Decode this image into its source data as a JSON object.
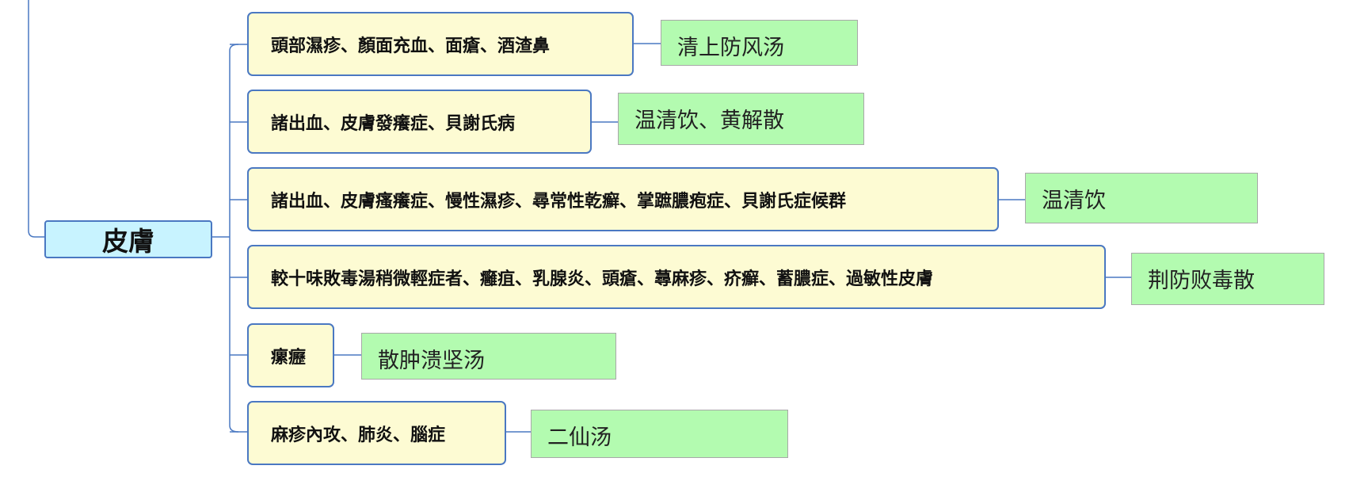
{
  "root": {
    "label": "皮膚"
  },
  "branches": [
    {
      "topic": "頭部濕疹、顏面充血、面瘡、酒渣鼻",
      "remedy": "清上防风汤"
    },
    {
      "topic": "諸出血、皮膚發癢症、貝謝氏病",
      "remedy": "温清饮、黄解散"
    },
    {
      "topic": "諸出血、皮膚瘙癢症、慢性濕疹、尋常性乾癬、掌蹠膿疱症、貝謝氏症候群",
      "remedy": "温清饮"
    },
    {
      "topic": "較十味敗毒湯稍微輕症者、癰疽、乳腺炎、頭瘡、蕁麻疹、疥癬、蓄膿症、過敏性皮膚",
      "remedy": "荆防败毒散"
    },
    {
      "topic": "瘰癧",
      "remedy": "散肿溃坚汤"
    },
    {
      "topic": "麻疹內攻、肺炎、腦症",
      "remedy": "二仙汤"
    }
  ],
  "colors": {
    "connector": "#4a78c2",
    "root_fill": "#c8f3ff",
    "topic_fill": "#fdfbd3",
    "topic_border": "#4a78c2",
    "remedy_fill": "#b3fbb0",
    "remedy_border": "#a8a8a8"
  }
}
